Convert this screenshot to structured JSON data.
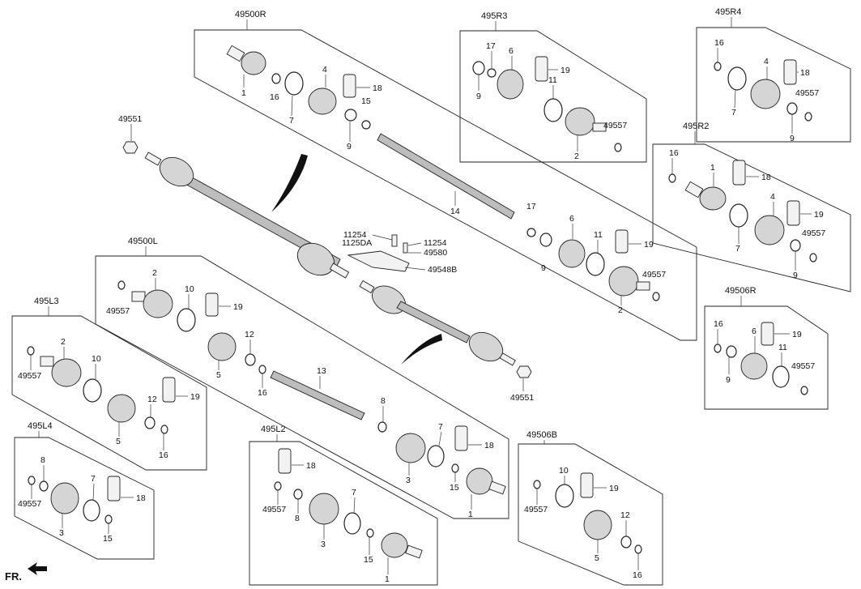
{
  "groups": {
    "r": "49500R",
    "r3": "495R3",
    "r4": "495R4",
    "r2": "495R2",
    "r6": "49506R",
    "l": "49500L",
    "l3": "495L3",
    "l4": "495L4",
    "l2": "495L2",
    "b6": "49506B"
  },
  "labels": {
    "n1": "1",
    "n2": "2",
    "n3": "3",
    "n4": "4",
    "n5": "5",
    "n6": "6",
    "n7": "7",
    "n8": "8",
    "n9": "9",
    "n10": "10",
    "n11": "11",
    "n12": "12",
    "n13": "13",
    "n14": "14",
    "n15": "15",
    "n16": "16",
    "n17": "17",
    "n18": "18",
    "n19": "19",
    "p49551": "49551",
    "p49557": "49557",
    "p11254": "11254",
    "p1125DA": "1125DA",
    "p49580": "49580",
    "p49548B": "49548B"
  },
  "fr": "FR."
}
